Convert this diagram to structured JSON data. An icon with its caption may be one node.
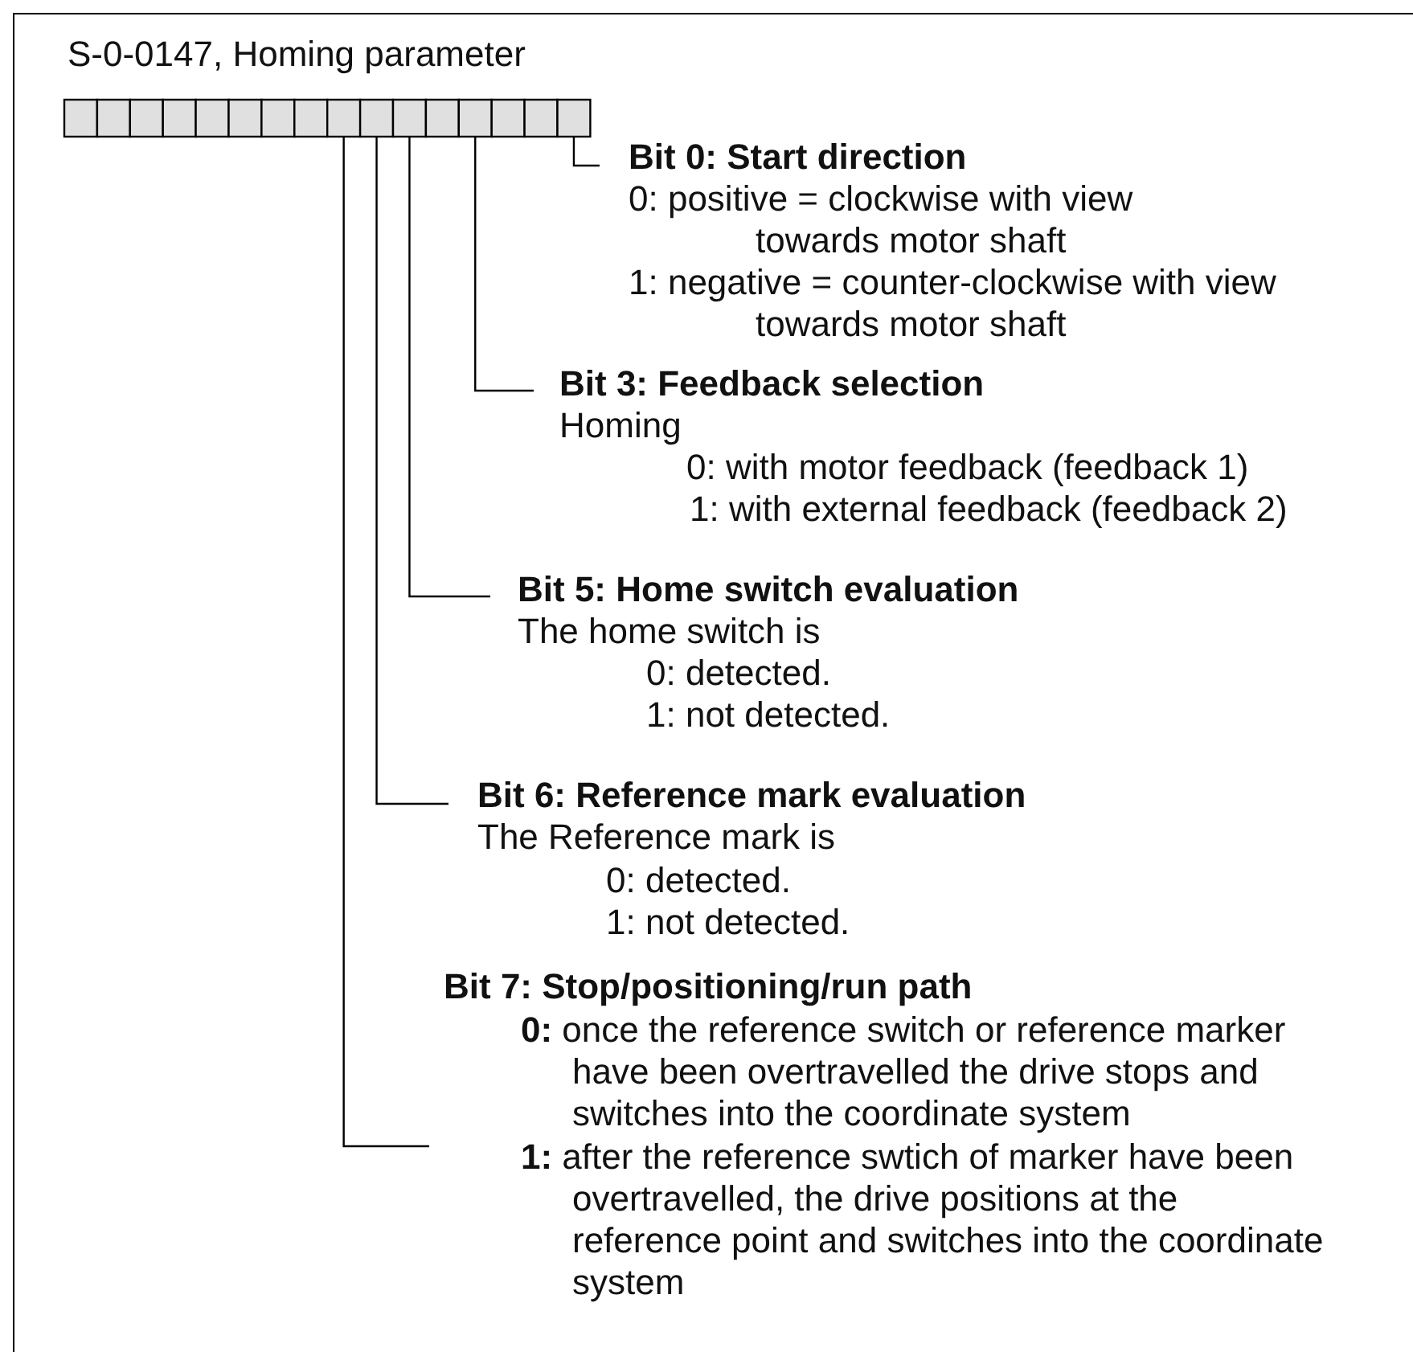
{
  "diagram": {
    "title": "S-0-0147, Homing parameter",
    "nodes": [
      {
        "text": [],
        "shape": "box"
      },
      {
        "text": [],
        "shape": "box"
      },
      {
        "text": [],
        "shape": "box"
      },
      {
        "text": [],
        "shape": "box"
      },
      {
        "text": [],
        "shape": "box"
      },
      {
        "text": [],
        "shape": "box"
      },
      {
        "text": [],
        "shape": "box"
      },
      {
        "text": [],
        "shape": "box"
      },
      {
        "text": [],
        "shape": "box"
      },
      {
        "text": [],
        "shape": "box"
      },
      {
        "text": [],
        "shape": "box"
      },
      {
        "text": [],
        "shape": "box"
      },
      {
        "text": [],
        "shape": "box"
      },
      {
        "text": [],
        "shape": "box"
      },
      {
        "text": [],
        "shape": "box"
      },
      {
        "text": [],
        "shape": "box"
      },
      {
        "text": [
          "Bit 0: Start direction",
          "0: positive = clockwise with view towards motor shaft",
          "1: negative = counter-clockwise with view towards motor shaft"
        ]
      },
      {
        "text": [
          "Bit 3: Feedback selection",
          "Homing",
          "0: with motor feedback (feedback 1)",
          "1: with external feedback (feedback 2)"
        ]
      },
      {
        "text": [
          "Bit 5: Home switch evaluation",
          "The home switch is",
          "0: detected.",
          "1: not detected."
        ]
      },
      {
        "text": [
          "Bit 6: Reference mark evaluation",
          "The Reference mark is",
          "0: detected.",
          "1: not detected."
        ]
      },
      {
        "text": [
          "Bit 7: Stop/positioning/run path",
          "**0:** once the reference switch or reference marker have been overtravelled the drive stops and switches into the coordinate system",
          "**1:** after the reference swtich of marker have been overtravelled, the drive positions at the reference point and switches into the coordinate system"
        ]
      }
    ],
    "edges": [
      {
        "from": 15,
        "to": 16,
        "arrow": "none"
      },
      {
        "from": 12,
        "to": 17,
        "arrow": "none"
      },
      {
        "from": 10,
        "to": 18,
        "arrow": "none"
      },
      {
        "from": 9,
        "to": 19,
        "arrow": "none"
      },
      {
        "from": 8,
        "to": 20,
        "arrow": "none"
      }
    ]
  }
}
